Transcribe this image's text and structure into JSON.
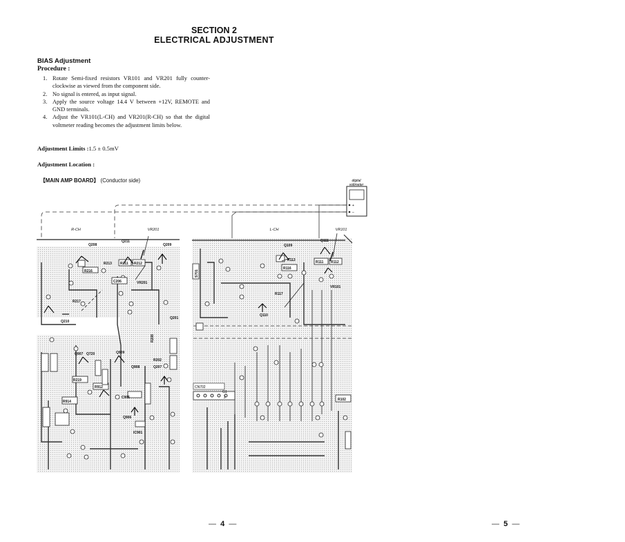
{
  "header": {
    "section": "SECTION 2",
    "title": "ELECTRICAL ADJUSTMENT"
  },
  "bias": {
    "heading": "BIAS Adjustment",
    "procedure_heading": "Procedure :",
    "steps": [
      {
        "num": "1.",
        "text": "Rotate Semi-fixed resistors VR101 and VR201 fully counter-clockwise as viewed from the component side."
      },
      {
        "num": "2.",
        "text": "No signal is entered, as input signal."
      },
      {
        "num": "3.",
        "text": "Apply the source voltage 14.4 V between +12V, REMOTE and GND terminals."
      },
      {
        "num": "4.",
        "text": "Adjust the VR101(L-CH) and VR201(R-CH) so that the digital voltmeter reading becomes the adjustment limits below."
      }
    ],
    "limits_label": "Adjustment Limits :",
    "limits_value": "1.5 ± 0.5mV",
    "location_label": "Adjustment Location :"
  },
  "board": {
    "name": "【MAIN AMP BOARD】",
    "side": "(Conductor side)"
  },
  "schematic": {
    "voltmeter_label_1": "digital",
    "voltmeter_label_2": "voltmeter",
    "plus": "+",
    "minus": "–",
    "r_ch": "R-CH",
    "l_ch": "L-CH",
    "vr201": "VR201",
    "vr101": "VR101",
    "left_parts": [
      "Q208",
      "Q211",
      "Q209",
      "R213",
      "R216",
      "R211",
      "R212",
      "C206",
      "VR201",
      "R217",
      "Q210",
      "R208",
      "Q907",
      "Q720",
      "Q909",
      "Q908",
      "R202",
      "Q207",
      "R219",
      "R912",
      "C905",
      "R914",
      "Q906",
      "IC901",
      "Q201"
    ],
    "right_parts": [
      "Q109",
      "Q111",
      "R113",
      "R116",
      "R111",
      "R112",
      "R117",
      "VR101",
      "Q110",
      "CN702",
      "R102",
      "S701"
    ],
    "cn_pins": [
      "G1",
      "2"
    ]
  },
  "footer": {
    "page_left": "4",
    "page_right": "5",
    "dash": "—"
  }
}
